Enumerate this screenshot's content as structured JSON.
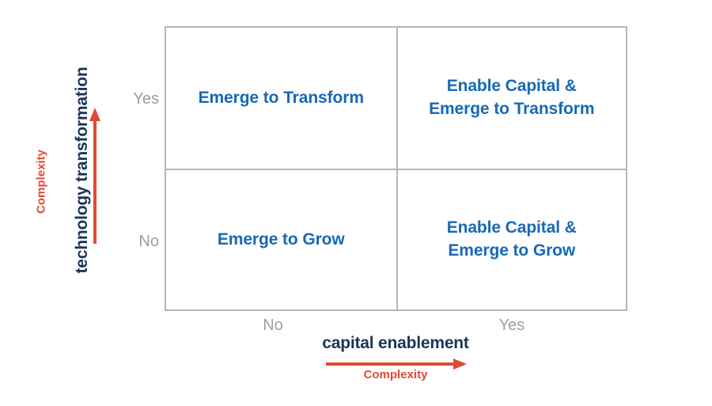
{
  "diagram": {
    "type": "2x2-matrix",
    "colors": {
      "quadrant_text": "#1769b5",
      "axis_title": "#1b3559",
      "tick_label": "#9c9ea0",
      "arrow": "#e04a34",
      "grid_line": "#b4b7b9",
      "background": "#ffffff"
    },
    "y_axis": {
      "title": "technology transformation",
      "ticks": [
        "Yes",
        "No"
      ],
      "arrow_label": "Complexity",
      "arrow_direction": "up",
      "arrow_icon": "arrow-up-icon"
    },
    "x_axis": {
      "title": "capital enablement",
      "ticks": [
        "No",
        "Yes"
      ],
      "arrow_label": "Complexity",
      "arrow_direction": "right",
      "arrow_icon": "arrow-right-icon"
    },
    "quadrants": [
      {
        "id": "top-left",
        "x": "No",
        "y": "Yes",
        "label": "Emerge to Transform"
      },
      {
        "id": "top-right",
        "x": "Yes",
        "y": "Yes",
        "label": "Enable Capital &\nEmerge to Transform"
      },
      {
        "id": "bottom-left",
        "x": "No",
        "y": "No",
        "label": "Emerge to Grow"
      },
      {
        "id": "bottom-right",
        "x": "Yes",
        "y": "No",
        "label": "Enable Capital &\nEmerge to Grow"
      }
    ]
  }
}
